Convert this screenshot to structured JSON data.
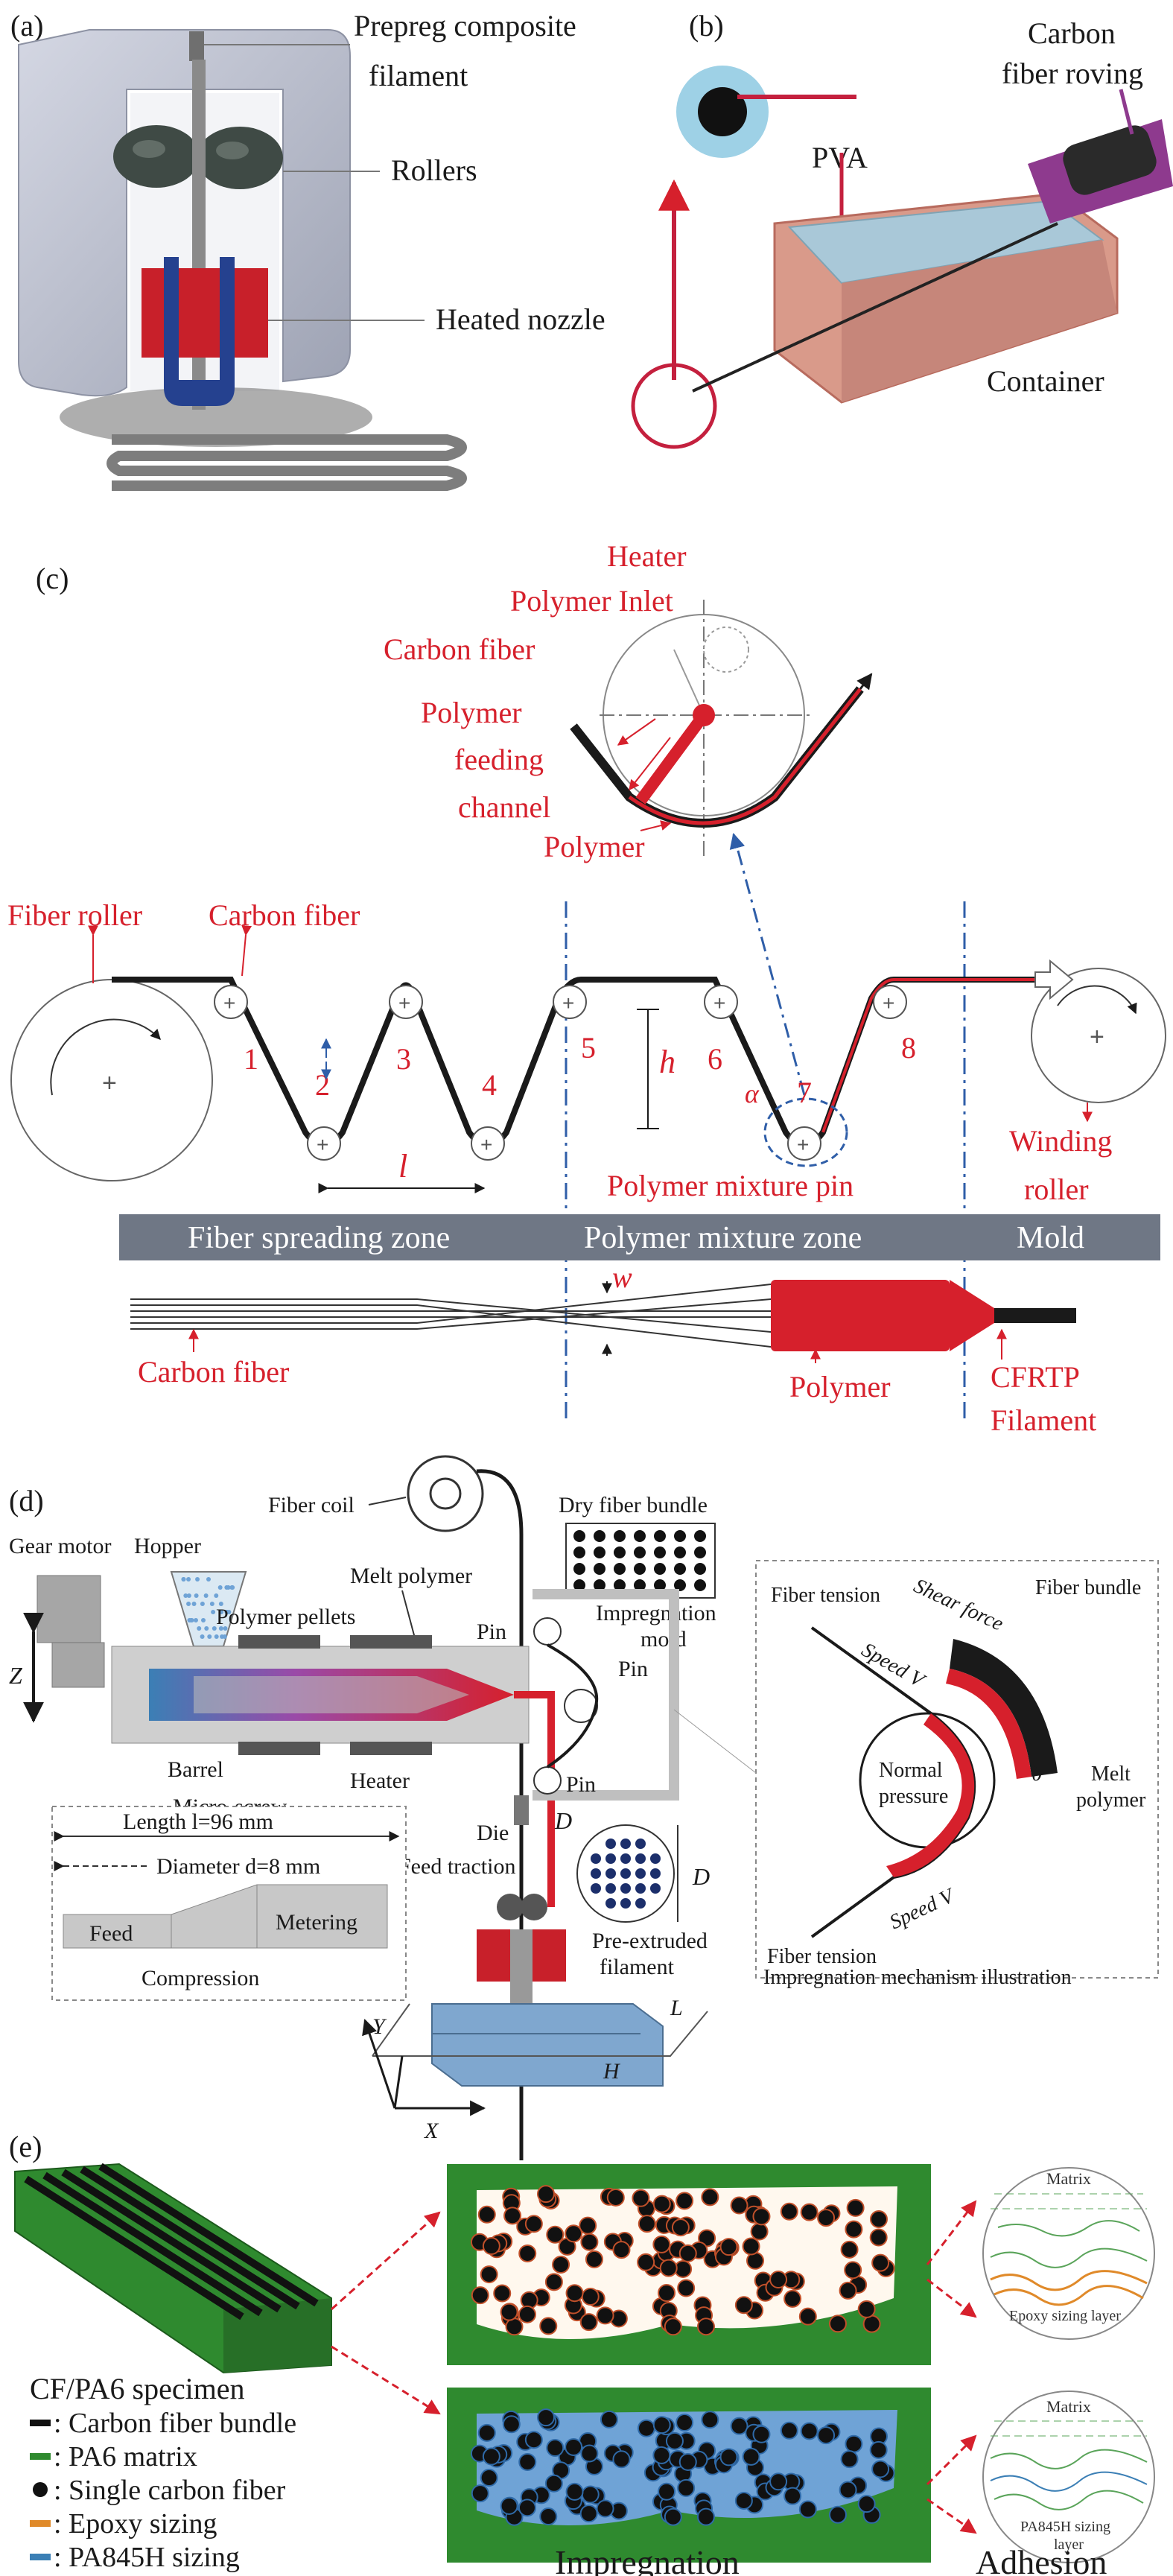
{
  "colors": {
    "red": "#d6202c",
    "dark": "#1a1a1a",
    "band": "#6f7785",
    "green": "#2f8a2f",
    "blue": "#3b7fb5",
    "orange": "#e08a2a",
    "nozzle_red": "#c8202a",
    "nozzle_blue": "#25418f",
    "body_gray": "#b9bdcc",
    "pva_blue": "#9ed1e6",
    "purple": "#8e3a8e"
  },
  "panel_a": {
    "label": "(a)",
    "prepreg": "Prepreg composite",
    "filament": "filament",
    "rollers": "Rollers",
    "heated_nozzle": "Heated nozzle"
  },
  "panel_b": {
    "label": "(b)",
    "carbon": "Carbon",
    "fiber_roving": "fiber roving",
    "pva": "PVA",
    "container": "Container"
  },
  "panel_c": {
    "label": "(c)",
    "heater": "Heater",
    "polymer_inlet": "Polymer Inlet",
    "carbon_fiber_top": "Carbon fiber",
    "polymer_feed_1": "Polymer",
    "polymer_feed_2": "feeding",
    "polymer_feed_3": "channel",
    "polymer_top": "Polymer",
    "fiber_roller": "Fiber roller",
    "carbon_fiber_mid": "Carbon fiber",
    "pin_numbers": [
      "1",
      "2",
      "3",
      "4",
      "5",
      "6",
      "7",
      "8"
    ],
    "h": "h",
    "l": "l",
    "alpha": "α",
    "w": "w",
    "winding_1": "Winding",
    "winding_2": "roller",
    "mixture_pin": "Polymer mixture pin",
    "zones": [
      "Fiber spreading zone",
      "Polymer mixture zone",
      "Mold"
    ],
    "carbon_fiber_bottom": "Carbon fiber",
    "polymer_bottom": "Polymer",
    "cfrtp_1": "CFRTP",
    "cfrtp_2": "Filament"
  },
  "panel_d": {
    "label": "(d)",
    "fiber_coil": "Fiber coil",
    "dry_fiber_bundle": "Dry fiber bundle",
    "gear_motor": "Gear motor",
    "hopper": "Hopper",
    "melt_polymer": "Melt polymer",
    "impregnation_1": "Impregnation",
    "impregnation_2": "mold",
    "polymer_pellets": "Polymer pellets",
    "pin": "Pin",
    "z": "Z",
    "barrel": "Barrel",
    "heater": "Heater",
    "micro_screw": "Micro-screw",
    "die": "Die",
    "D": "D",
    "feed_traction": "Feed traction",
    "length": "Length l=96 mm",
    "diameter": "Diameter d=8 mm",
    "feed": "Feed",
    "metering": "Metering",
    "compression": "Compression",
    "pre_extruded_1": "Pre-extruded",
    "pre_extruded_2": "filament",
    "L": "L",
    "H": "H",
    "Y": "Y",
    "X": "X",
    "fiber_tension": "Fiber tension",
    "shear_force": "Shear force",
    "fiber_bundle": "Fiber bundle",
    "speed_v": "Speed V",
    "normal_1": "Normal",
    "normal_2": "pressure",
    "theta": "θ",
    "melt_1": "Melt",
    "melt_2": "polymer",
    "mechanism": "Impregnation mechanism illustration"
  },
  "panel_e": {
    "label": "(e)",
    "specimen": "CF/PA6 specimen",
    "legend": [
      ": Carbon fiber bundle",
      ": PA6 matrix",
      ": Single carbon fiber",
      ": Epoxy sizing",
      ": PA845H sizing"
    ],
    "matrix_1": "Matrix",
    "epoxy_layer": "Epoxy sizing layer",
    "matrix_2": "Matrix",
    "pa845h_1": "PA845H sizing",
    "pa845h_2": "layer",
    "impregnation": "Impregnation",
    "adhesion": "Adhesion"
  }
}
